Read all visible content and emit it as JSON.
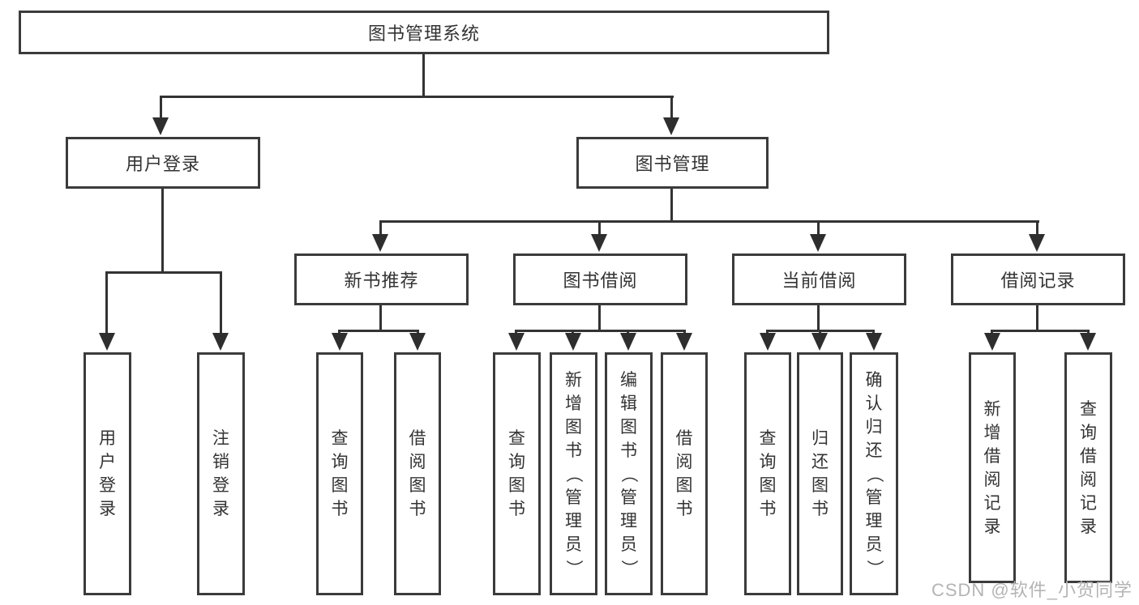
{
  "tree": {
    "root": "图书管理系统",
    "user_login": {
      "label": "用户登录",
      "children": [
        "用户登录",
        "注销登录"
      ]
    },
    "book_mgmt": {
      "label": "图书管理",
      "new_books": {
        "label": "新书推荐",
        "children": [
          "查询图书",
          "借阅图书"
        ]
      },
      "borrow": {
        "label": "图书借阅",
        "children": [
          "查询图书",
          "新增图书（管理员）",
          "编辑图书（管理员）",
          "借阅图书"
        ]
      },
      "current": {
        "label": "当前借阅",
        "children": [
          "查询图书",
          "归还图书",
          "确认归还（管理员）"
        ]
      },
      "records": {
        "label": "借阅记录",
        "children": [
          "新增借阅记录",
          "查询借阅记录"
        ]
      }
    }
  },
  "watermark": "CSDN @软件_小贺同学",
  "colors": {
    "line": "#333333",
    "border": "#3b3b3b",
    "text": "#333333",
    "watermark": "#b4b4b4",
    "background": "#ffffff"
  }
}
